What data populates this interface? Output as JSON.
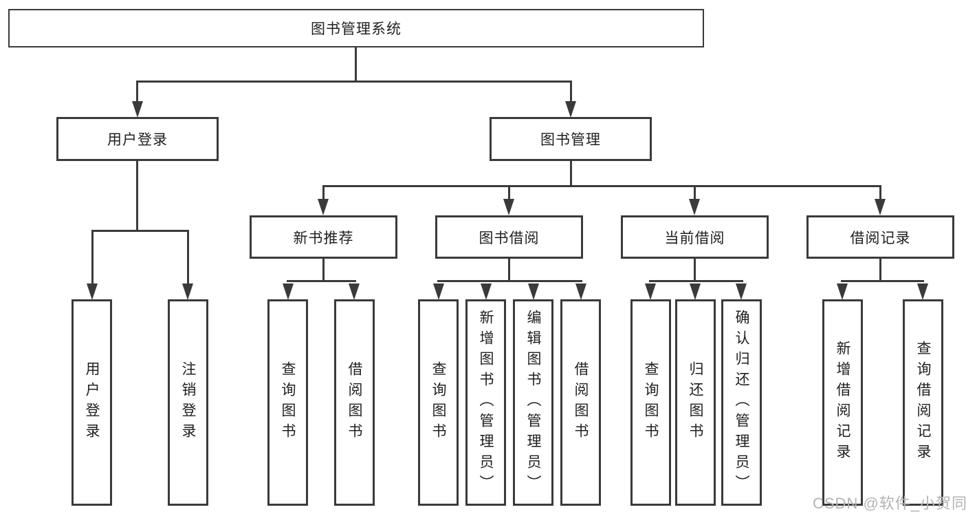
{
  "diagram": {
    "root": {
      "label": "图书管理系统"
    },
    "level2": [
      {
        "label": "用户登录"
      },
      {
        "label": "图书管理"
      }
    ],
    "level3": [
      {
        "label": "新书推荐",
        "parent": "图书管理"
      },
      {
        "label": "图书借阅",
        "parent": "图书管理"
      },
      {
        "label": "当前借阅",
        "parent": "图书管理"
      },
      {
        "label": "借阅记录",
        "parent": "图书管理"
      }
    ],
    "leaves": [
      {
        "label": "用户登录",
        "parent": "用户登录"
      },
      {
        "label": "注销登录",
        "parent": "用户登录"
      },
      {
        "label": "查询图书",
        "parent": "新书推荐"
      },
      {
        "label": "借阅图书",
        "parent": "新书推荐"
      },
      {
        "label": "查询图书",
        "parent": "图书借阅"
      },
      {
        "label": "新增图书（管理员）",
        "parent": "图书借阅"
      },
      {
        "label": "编辑图书（管理员）",
        "parent": "图书借阅"
      },
      {
        "label": "借阅图书",
        "parent": "图书借阅"
      },
      {
        "label": "查询图书",
        "parent": "当前借阅"
      },
      {
        "label": "归还图书",
        "parent": "当前借阅"
      },
      {
        "label": "确认归还（管理员）",
        "parent": "当前借阅"
      },
      {
        "label": "新增借阅记录",
        "parent": "借阅记录"
      },
      {
        "label": "查询借阅记录",
        "parent": "借阅记录"
      }
    ],
    "watermark": "CSDN @软件_小贺同学",
    "colors": {
      "line": "#3a3a3a",
      "text": "#1f1f1f",
      "background": "#ffffff",
      "watermark": "#b3b3b3"
    }
  }
}
